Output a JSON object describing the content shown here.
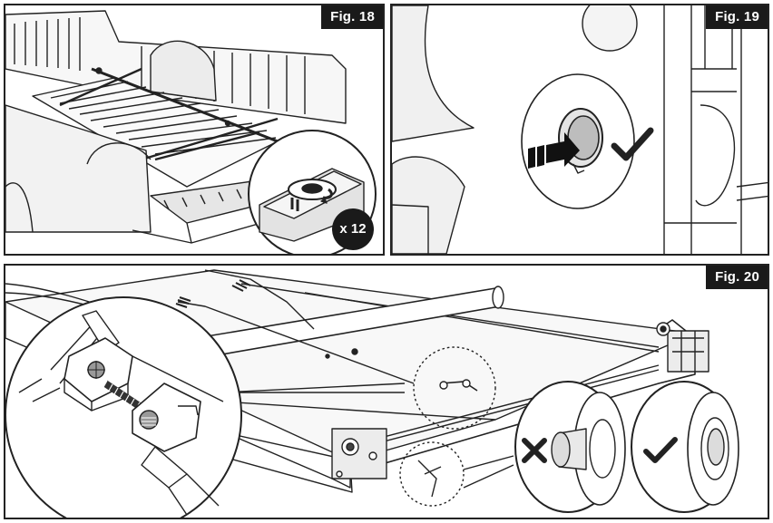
{
  "figures": [
    {
      "label": "Fig. 18",
      "quantity": "x 12"
    },
    {
      "label": "Fig. 19"
    },
    {
      "label": "Fig. 20"
    }
  ],
  "colors": {
    "line": "#222222",
    "label_bg": "#1a1a1a",
    "label_text": "#ffffff",
    "fill_light": "#f2f2f2",
    "fill_mid": "#d9d9d9"
  },
  "icons": [
    "check-icon",
    "cross-icon",
    "arrow-right-icon"
  ]
}
